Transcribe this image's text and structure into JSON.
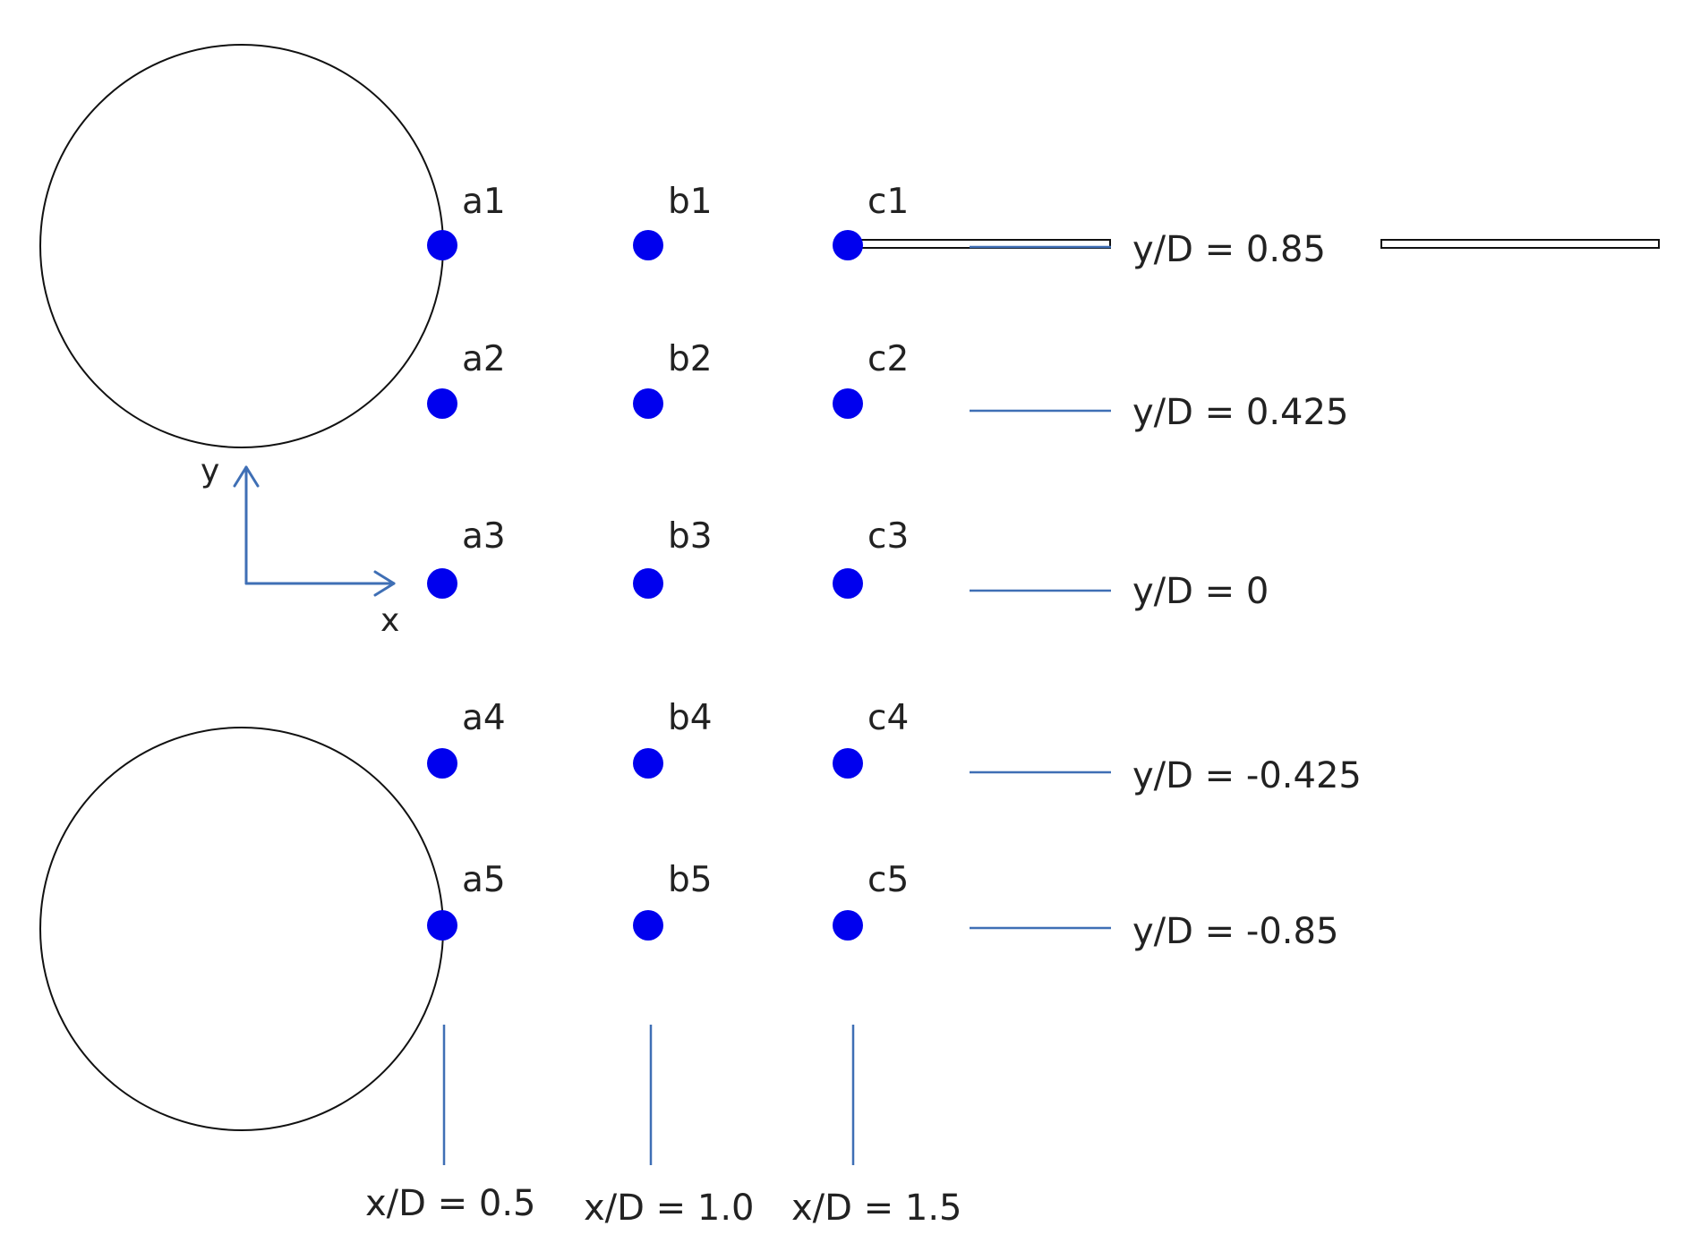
{
  "colors": {
    "point": "#0000ee",
    "guide": "#3f6fb5",
    "outline": "#111111",
    "text": "#222222"
  },
  "axes": {
    "x_label": "x",
    "y_label": "y"
  },
  "points": [
    {
      "label": "a1",
      "col": 0,
      "row": 0
    },
    {
      "label": "a2",
      "col": 0,
      "row": 1
    },
    {
      "label": "a3",
      "col": 0,
      "row": 2
    },
    {
      "label": "a4",
      "col": 0,
      "row": 3
    },
    {
      "label": "a5",
      "col": 0,
      "row": 4
    },
    {
      "label": "b1",
      "col": 1,
      "row": 0
    },
    {
      "label": "b2",
      "col": 1,
      "row": 1
    },
    {
      "label": "b3",
      "col": 1,
      "row": 2
    },
    {
      "label": "b4",
      "col": 1,
      "row": 3
    },
    {
      "label": "b5",
      "col": 1,
      "row": 4
    },
    {
      "label": "c1",
      "col": 2,
      "row": 0
    },
    {
      "label": "c2",
      "col": 2,
      "row": 1
    },
    {
      "label": "c3",
      "col": 2,
      "row": 2
    },
    {
      "label": "c4",
      "col": 2,
      "row": 3
    },
    {
      "label": "c5",
      "col": 2,
      "row": 4
    }
  ],
  "row_labels": [
    "y/D = 0.85",
    "y/D = 0.425",
    "y/D = 0",
    "y/D = -0.425",
    "y/D = -0.85"
  ],
  "column_labels": [
    "x/D = 0.5",
    "x/D = 1.0",
    "x/D = 1.5"
  ]
}
